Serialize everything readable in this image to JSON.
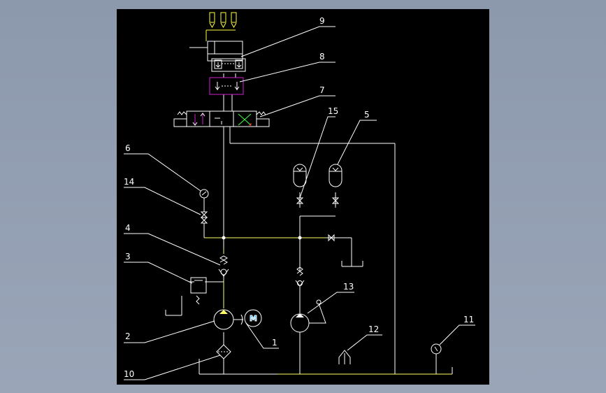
{
  "diagram": {
    "colors": {
      "background": "#000000",
      "line": "#ffffff",
      "pressure_line": "#ffff66",
      "magenta": "#d020d0",
      "cyan": "#30c0ff",
      "green": "#40ff40",
      "red": "#ff3030",
      "yellow": "#ffff40",
      "viewport_frame": "#8c98ac"
    },
    "motor_symbol": "M",
    "callouts": [
      {
        "id": "1",
        "text": "1"
      },
      {
        "id": "2",
        "text": "2"
      },
      {
        "id": "3",
        "text": "3"
      },
      {
        "id": "4",
        "text": "4"
      },
      {
        "id": "5",
        "text": "5"
      },
      {
        "id": "6",
        "text": "6"
      },
      {
        "id": "7",
        "text": "7"
      },
      {
        "id": "8",
        "text": "8"
      },
      {
        "id": "9",
        "text": "9"
      },
      {
        "id": "10",
        "text": "10"
      },
      {
        "id": "11",
        "text": "11"
      },
      {
        "id": "12",
        "text": "12"
      },
      {
        "id": "13",
        "text": "13"
      },
      {
        "id": "14",
        "text": "14"
      },
      {
        "id": "15",
        "text": "15"
      }
    ]
  }
}
